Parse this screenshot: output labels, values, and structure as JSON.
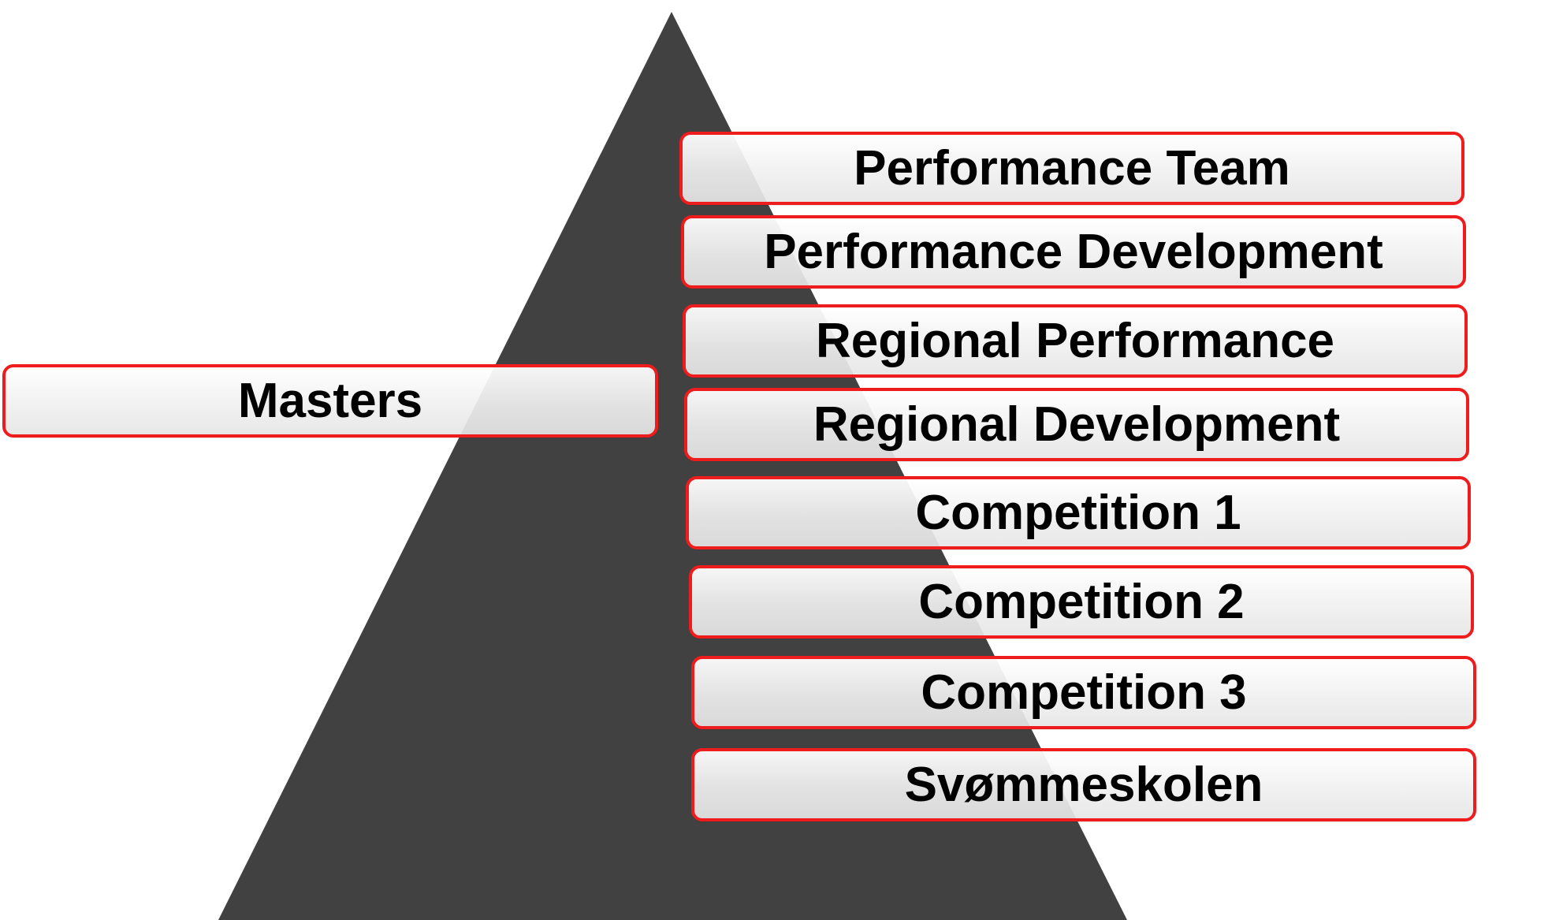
{
  "diagram": {
    "pyramid_color": "#414141",
    "border_color": "#ee1c1c",
    "side_label": "Masters",
    "levels": [
      "Performance Team",
      "Performance Development",
      "Regional Performance",
      "Regional Development",
      "Competition 1",
      "Competition 2",
      "Competition 3",
      "Svømmeskolen"
    ]
  }
}
